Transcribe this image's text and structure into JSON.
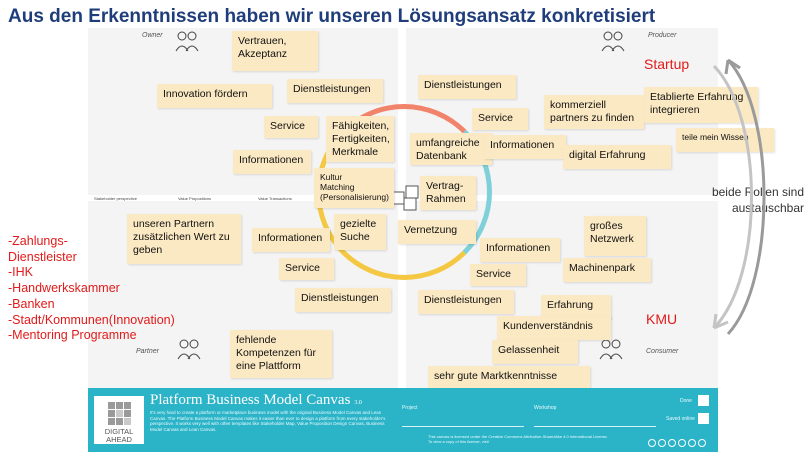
{
  "title": "Aus den Erkenntnissen haben wir unseren Lösungsansatz konkretisiert",
  "canvas": {
    "quadrants": {
      "owner": "Owner",
      "producer": "Producer",
      "partner": "Partner",
      "consumer": "Consumer"
    },
    "perspectives": {
      "stakeholder": "Stakeholder perspective",
      "value_propositions": "Value Propositions",
      "value_transactions": "Value Transactions"
    },
    "colors": {
      "top": "#f2836b",
      "right": "#7fd0d8",
      "bottom": "#f4c842",
      "left": "#f4c842"
    }
  },
  "stickies": [
    "Vertrauen,\nAkzeptanz",
    "Innovation fördern",
    "Dienstleistungen",
    "Service",
    "Fähigkeiten,\nFertigkeiten,\nMerkmale",
    "Informationen",
    "Kultur\nMatching\n(Personalisierung)",
    "unseren Partnern\nzusätzlichen Wert zu\ngeben",
    "gezielte\nSuche",
    "Informationen",
    "Service",
    "Dienstleistungen",
    "fehlende\nKompetenzen für\neine Plattform",
    "Dienstleistungen",
    "Service",
    "umfangreiche\nDatenbank",
    "Informationen",
    "Vertrag-\nRahmen",
    "Vernetzung",
    "kommerziell\npartners zu finden",
    "Etablierte Erfahrung\nintegrieren",
    "teile mein Wissen",
    "digital Erfahrung",
    "großes\nNetzwerk",
    "Informationen",
    "Machinenpark",
    "Service",
    "Dienstleistungen",
    "Erfahrung",
    "Kundenverständnis",
    "Gelassenheit",
    "sehr gute Marktkenntnisse"
  ],
  "labels": {
    "startup": "Startup",
    "kmu": "KMU",
    "roles_note": "beide Rollen sind austauschbar"
  },
  "stakeholder_list": "-Zahlungs-\nDienstleister\n-IHK\n-Handwerkskammer\n-Banken\n-Stadt/Kommunen(Innovation)\n-Mentoring Programme",
  "footer": {
    "logo_text": "DIGITAL\nAHEAD",
    "title": "Platform Business Model Canvas",
    "version": "3.0",
    "description": "It's very hard to create a platform or marketplace business model with the original Business Model Canvas and Lean Canvas. The Platform Business Model Canvas makes it easier than ever to design a platform from every stakeholder's perspective. It works very well with other templates like Stakeholder Map, Value Proposition Design Canvas, Business Model Canvas and Lean Canvas.",
    "project_label": "Project",
    "workshop_label": "Workshop",
    "done_label": "Done",
    "saved_online_label": "Saved online",
    "license": "This canvas is licensed under the Creative Commons Attribution-ShareAlike 4.0 International License.\nTo view a copy of this license, visit"
  }
}
